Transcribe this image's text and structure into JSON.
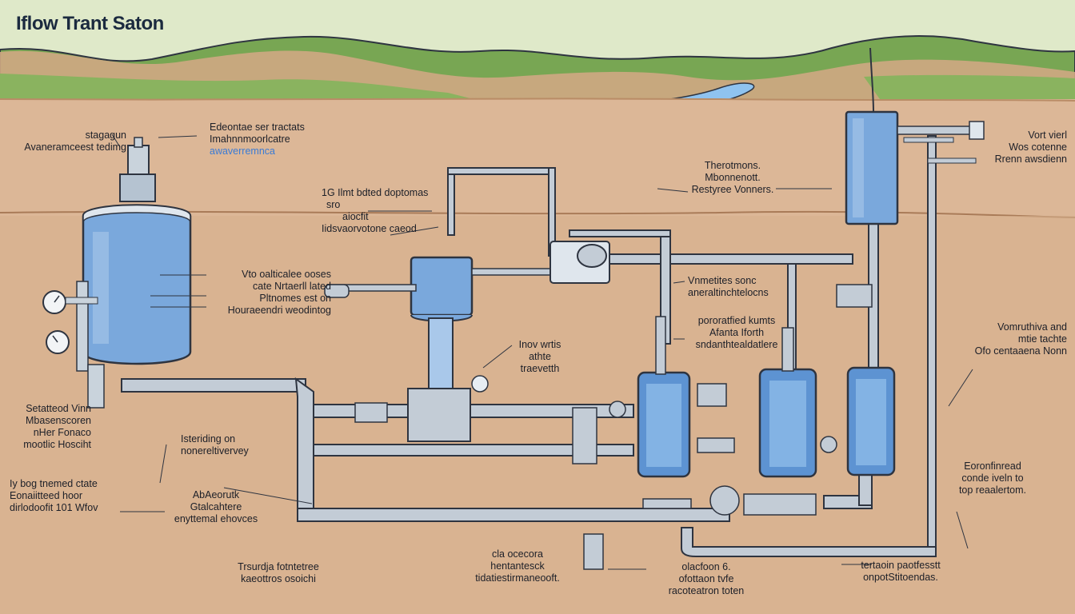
{
  "title": "Iflow Trant Saton",
  "colors": {
    "sky": "#dde8c7",
    "hills": "#6f9d4a",
    "earth": "#dcb797",
    "earth_dark": "#c99f7c",
    "tank_blue": "#7aa8dc",
    "pipe": "#b9c2cc",
    "outline": "#2e3440",
    "water": "#7fb3e8"
  },
  "labels": {
    "l1": [
      "stagagun",
      "Avaneramceest tedimg"
    ],
    "l2": [
      "Edeontae ser tractats",
      "Imahnnmoorlcatre",
      "awaverremnca"
    ],
    "l3": [
      "Therotmons.",
      "Mbonnenott.",
      "Restyree Vonners."
    ],
    "l4": [
      "Vort vierl",
      "Wos cotenne",
      "Rrenn awsdienn"
    ],
    "l5": [
      "1G Ilmt bdted doptomas",
      "sro",
      "aiocfit",
      "Iidsvaorvotone caeod"
    ],
    "l6": [
      "Vto oalticalee ooses",
      "cate Nrtaerll lated",
      "Pltnomes est on",
      "Houraeendri weodintog"
    ],
    "l7": [
      "Vnmetites sonc",
      "aneraltinchtelocns"
    ],
    "l8": [
      "pororatfied kumts",
      "Afanta Iforth",
      "sndanthtealdatlere"
    ],
    "l9": [
      "Inov wrtis",
      "athte",
      "traevetth"
    ],
    "l10": [
      "Vomruthiva and",
      "mtie tachte",
      "Ofo centaaena Nonn"
    ],
    "l11": [
      "Setatteod Vinn",
      "Mbasenscoren",
      "nHer Fonaco",
      "mootlic Hosciht"
    ],
    "l12": [
      "Isteriding on",
      "nonereltivervey"
    ],
    "l13": [
      "Iy bog tnemed ctate",
      "Eonaiitteed hoor",
      "dirlodoofit 101 Wfov"
    ],
    "l14": [
      "AbAeorutk",
      "Gtalcahtere",
      "enyttemal ehovces"
    ],
    "l15": [
      "Eoronfinread",
      "conde iveln to",
      "top reaalertom."
    ],
    "l16": [
      "Trsurdja fotntetree",
      "kaeottros osoichi"
    ],
    "l17": [
      "cla ocecora",
      "hentantesck",
      "tidatiestirmaneooft."
    ],
    "l18": [
      "olacfoon 6.",
      "ofottaon tvfe",
      "racoteatron toten"
    ],
    "l19": [
      "tertaoin paotfesstt",
      "onpotStitoendas."
    ]
  }
}
